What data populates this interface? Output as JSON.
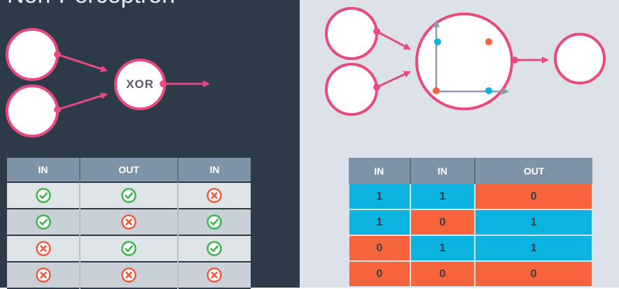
{
  "title": "Non-Perceptron",
  "xor_label": "XOR",
  "left_table": {
    "headers": [
      "IN",
      "OUT",
      "IN"
    ],
    "rows": [
      [
        "check",
        "check",
        "cross"
      ],
      [
        "check",
        "cross",
        "check"
      ],
      [
        "cross",
        "check",
        "check"
      ],
      [
        "cross",
        "cross",
        "cross"
      ]
    ]
  },
  "right_table": {
    "headers": [
      "IN",
      "IN",
      "OUT"
    ],
    "rows": [
      {
        "values": [
          "1",
          "1",
          "0"
        ],
        "colors": [
          "blue",
          "blue",
          "red"
        ]
      },
      {
        "values": [
          "1",
          "0",
          "1"
        ],
        "colors": [
          "blue",
          "red",
          "blue"
        ]
      },
      {
        "values": [
          "0",
          "1",
          "1"
        ],
        "colors": [
          "red",
          "blue",
          "blue"
        ]
      },
      {
        "values": [
          "0",
          "0",
          "0"
        ],
        "colors": [
          "red",
          "red",
          "red"
        ]
      }
    ]
  },
  "colors": {
    "left_bg": "#2d3a48",
    "right_bg": "#dde2e8",
    "accent_pink": "#e84a7f",
    "check_green": "#3cb54a",
    "cross_red": "#f05a3c",
    "cell_blue": "#0db3e0",
    "cell_red": "#f5643c"
  }
}
